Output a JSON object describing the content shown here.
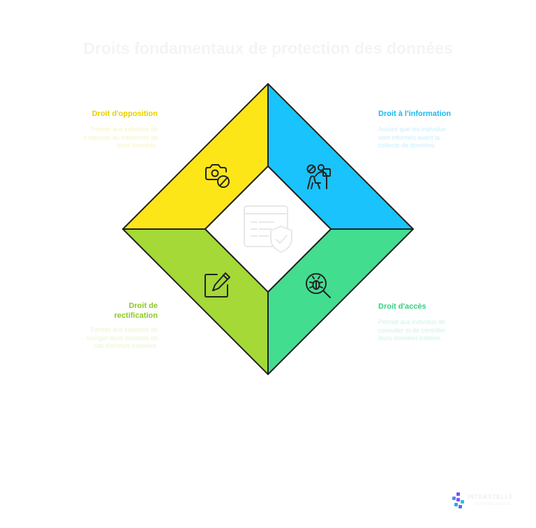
{
  "title": "Droits fondamentaux de protection des données",
  "colors": {
    "yellow": "#fde618",
    "blue": "#1ac3fb",
    "lime": "#a4d937",
    "green": "#43dd90",
    "center": "#ffffff"
  },
  "quadrants": {
    "opposition": {
      "label": "Droit d'opposition",
      "description": "Permet aux individus de s'opposer au traitement de leurs données.",
      "icon": "camera-prohibited-icon"
    },
    "information": {
      "label": "Droit à l'information",
      "description": "Assure que les individus sont informés avant la collecte de données.",
      "icon": "people-prohibited-icon"
    },
    "rectification": {
      "label": "Droit de rectification",
      "description": "Permet aux individus de corriger leurs données en cas d'erreurs trouvées.",
      "icon": "edit-pencil-icon"
    },
    "acces": {
      "label": "Droit d'accès",
      "description": "Permet aux individus de consulter et de contrôler leurs données traitées.",
      "icon": "bug-search-icon"
    }
  },
  "center_icon": "document-shield-icon",
  "logo": {
    "name": "INTERSTELLE",
    "subtitle": "TECHNOLOGIES"
  }
}
